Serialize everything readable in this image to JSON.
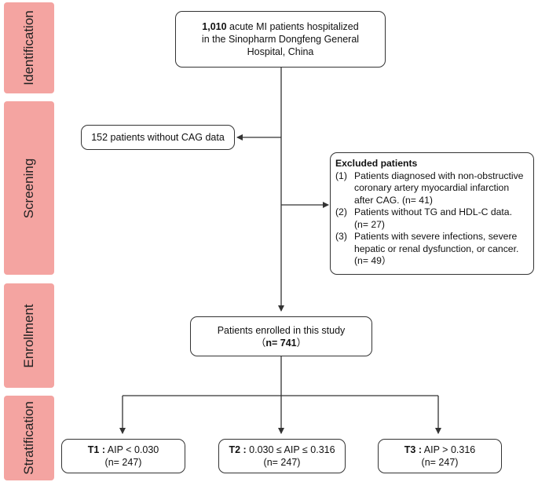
{
  "stages": {
    "identification": "Identification",
    "screening": "Screening",
    "enrollment": "Enrollment",
    "stratification": "Stratification"
  },
  "top_box": {
    "count": "1,010",
    "line1_rest": " acute MI patients hospitalized",
    "line2": "in the Sinopharm Dongfeng General",
    "line3": "Hospital, China"
  },
  "no_cag_box": "152 patients without CAG data",
  "excluded": {
    "title": "Excluded patients",
    "items": [
      {
        "num": "(1)",
        "lines": [
          "Patients diagnosed with non-obstructive",
          "coronary artery myocardial infarction",
          "after CAG. (n= 41)"
        ]
      },
      {
        "num": "(2)",
        "lines": [
          "Patients without TG and HDL-C data.",
          "(n= 27)"
        ]
      },
      {
        "num": "(3)",
        "lines": [
          "Patients with severe infections, severe",
          "hepatic or renal dysfunction, or cancer.",
          "(n= 49）"
        ]
      }
    ]
  },
  "enrolled": {
    "line1": "Patients enrolled in this study",
    "open": "（",
    "count": "n= 741",
    "close": "）"
  },
  "groups": [
    {
      "label": "T1 :",
      "criterion": " AIP < 0.030",
      "n": "(n= 247)"
    },
    {
      "label": "T2 :",
      "criterion": " 0.030 ≤ AIP ≤ 0.316",
      "n": "(n= 247)"
    },
    {
      "label": "T3 :",
      "criterion": " AIP > 0.316",
      "n": "(n= 247)"
    }
  ],
  "colors": {
    "stage_fill": "#f4a4a1",
    "line": "#333333"
  }
}
